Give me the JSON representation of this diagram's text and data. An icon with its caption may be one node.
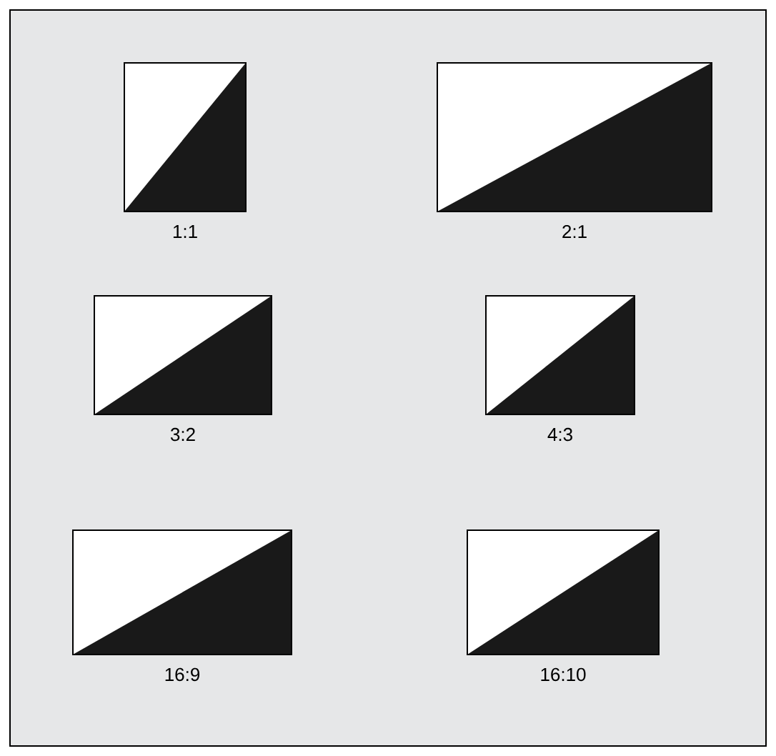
{
  "diagram": {
    "nodes": [
      {
        "text": [],
        "shape": "box",
        "beside": [
          "1:1"
        ]
      },
      {
        "text": [],
        "shape": "box",
        "beside": [
          "2:1"
        ]
      },
      {
        "text": [],
        "shape": "box",
        "beside": [
          "3:2"
        ]
      },
      {
        "text": [],
        "shape": "box",
        "beside": [
          "4:3"
        ]
      },
      {
        "text": [],
        "shape": "box",
        "beside": [
          "16:9"
        ]
      },
      {
        "text": [],
        "shape": "box",
        "beside": [
          "16:10"
        ]
      }
    ]
  }
}
